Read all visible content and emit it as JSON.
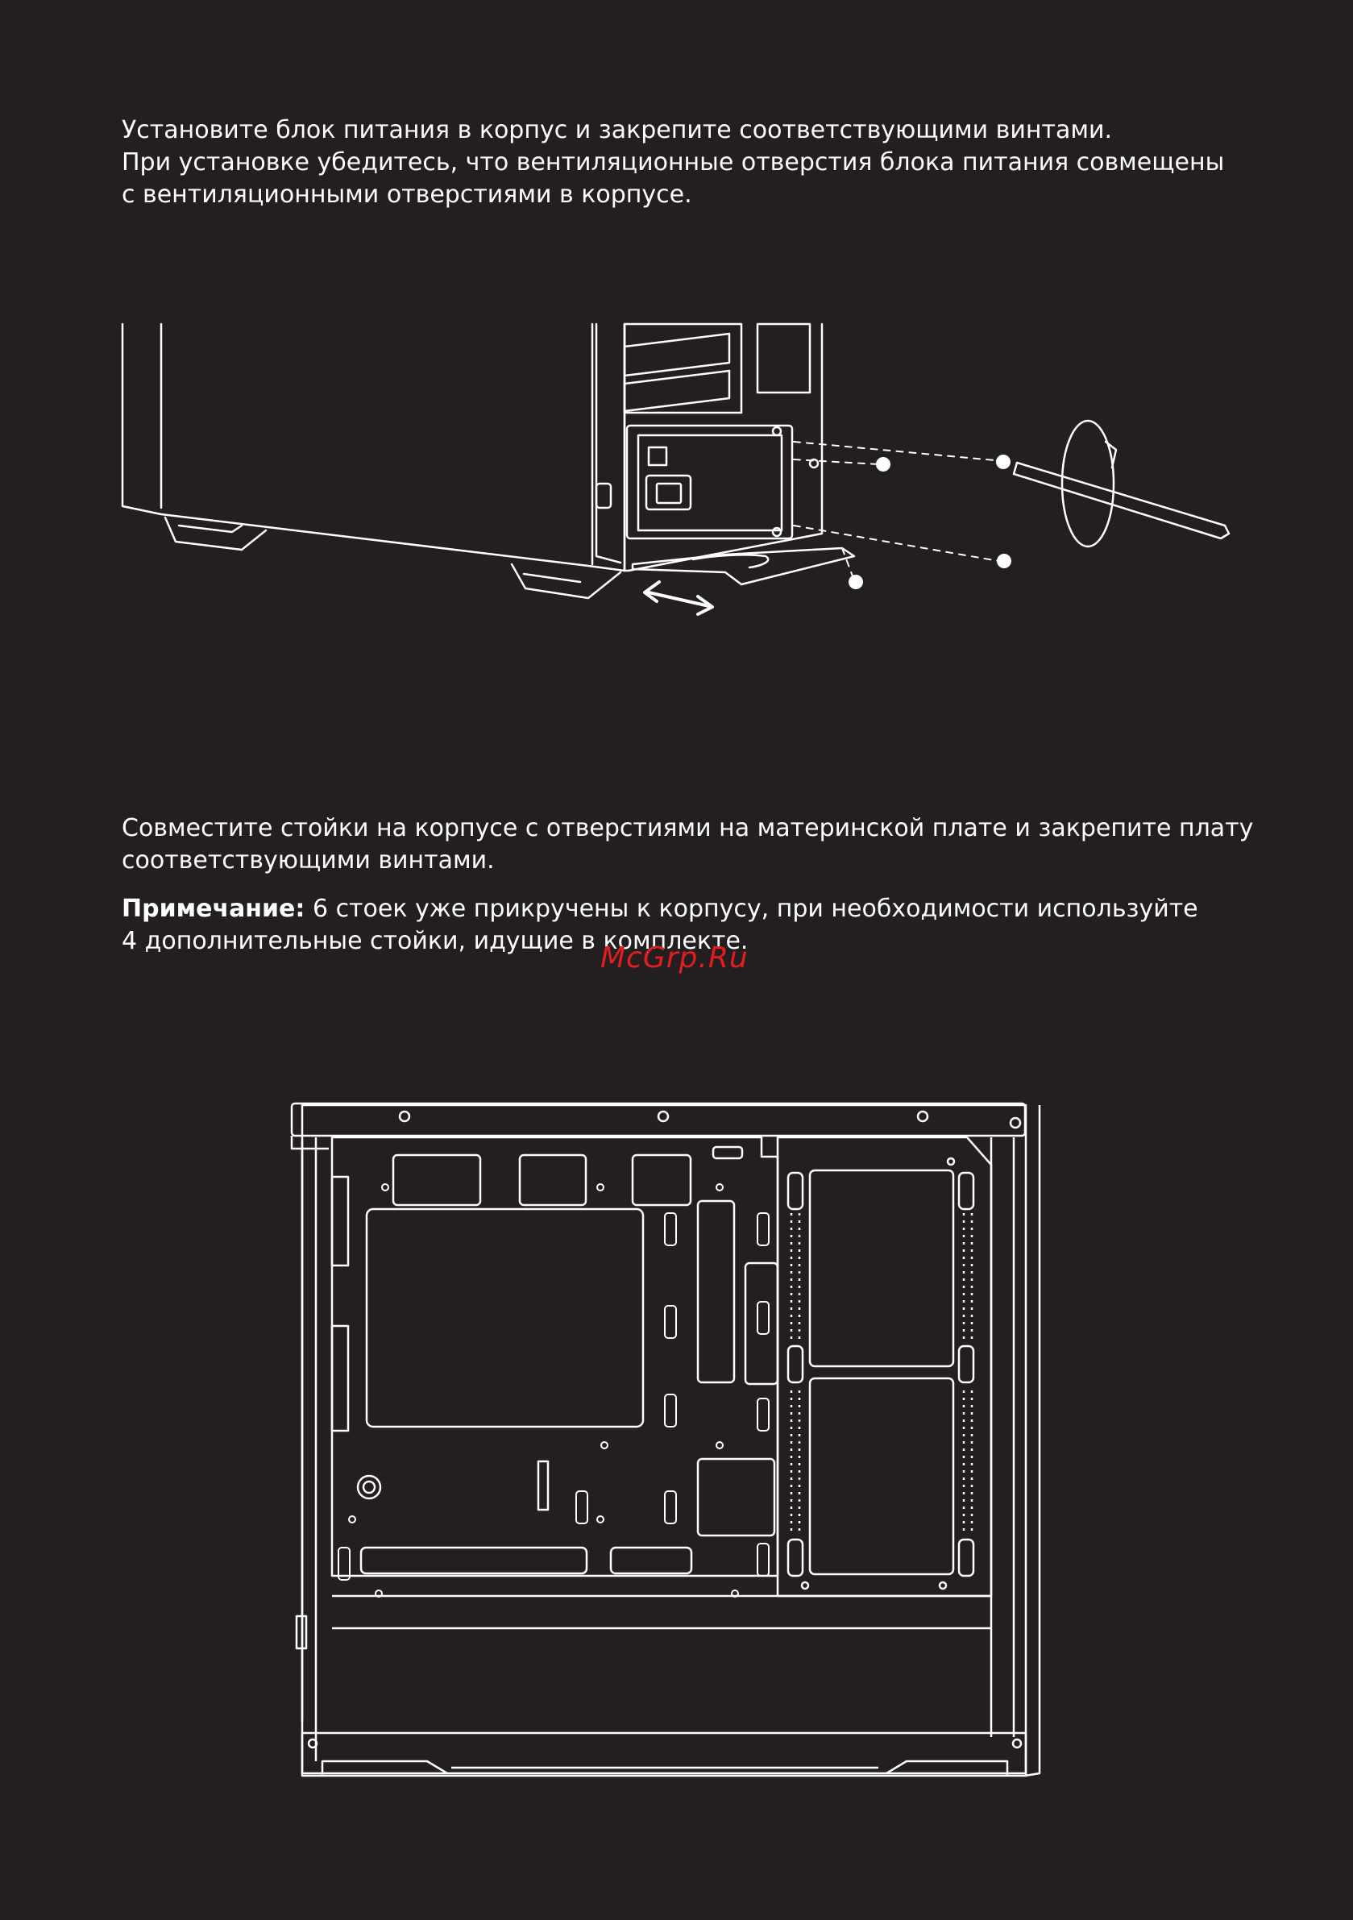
{
  "instructions": {
    "psu_step": {
      "line1": "Установите блок питания в корпус и закрепите соответствующими винтами.",
      "line2": "При установке убедитесь, что вентиляционные отверстия блока питания совмещены",
      "line3": "с вентиляционными отверстиями в корпусе."
    },
    "motherboard_step": {
      "line1": "Совместите стойки на корпусе с отверстиями на материнской плате и закрепите  плату",
      "line2": "соответствующими винтами."
    },
    "note": {
      "label": "Примечание:",
      "line1": " 6 стоек уже прикручены к корпусу, при необходимости используйте",
      "line2": "4 дополнительные стойки, идущие в комплекте."
    }
  },
  "watermark": "McGrp.Ru",
  "colors": {
    "background": "#231f20",
    "text": "#ffffff",
    "watermark": "#e11d1d"
  }
}
